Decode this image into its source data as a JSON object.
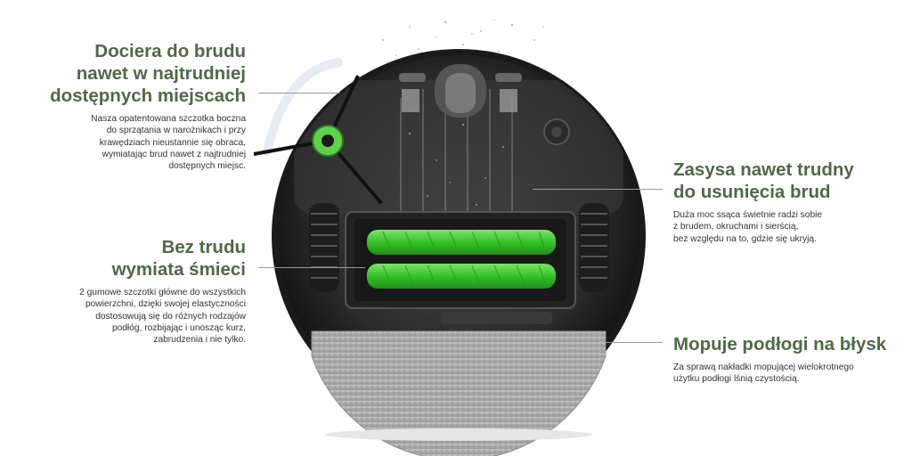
{
  "accent_color": "#4e6a46",
  "callouts": {
    "corners": {
      "title": "Dociera do brudu\nnawet w najtrudniej\ndostępnych miejscach",
      "text": "Nasza opatentowana szczotka boczna\ndo sprzątania w narożnikach i przy\nkrawędziach nieustannie się obraca,\nwymiatając brud nawet z najtrudniej\ndostępnych miejsc."
    },
    "sweep": {
      "title": "Bez trudu\nwymiata śmieci",
      "text": "2 gumowe szczotki główne do wszystkich\npowierzchni, dzięki swojej elastyczności\ndostosowują się do różnych rodzajów\npodłóg, rozbijając i unosząc kurz,\nzabrudzenia i nie tylko."
    },
    "suction": {
      "title": "Zasysa nawet trudny\ndo usunięcia brud",
      "text": "Duża moc ssąca świetnie radzi sobie\nz brudem, okruchami i sierścią,\nbez względu na to, gdzie się ukryją."
    },
    "mop": {
      "title": "Mopuje podłogi na błysk",
      "text": "Za sprawą nakładki mopującej wielokrotnego\nużytku podłogi lśnią czystością."
    }
  }
}
